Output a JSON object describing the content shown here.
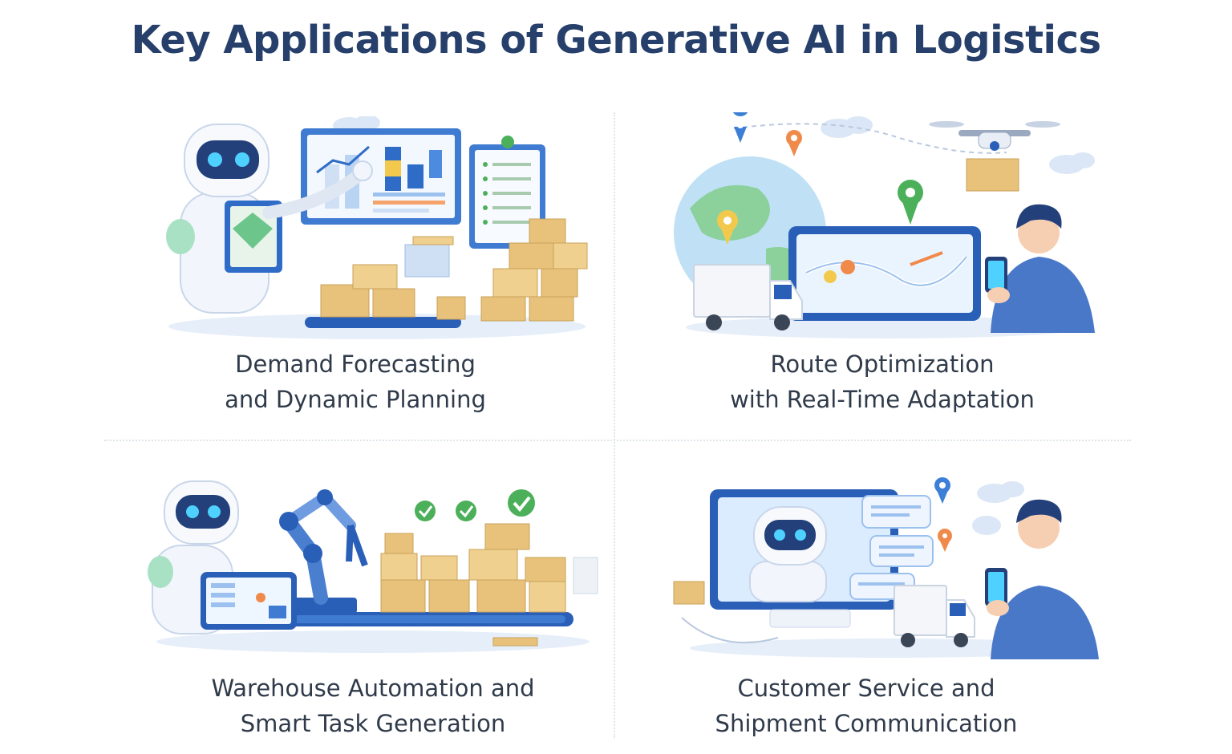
{
  "title": "Key Applications of Generative AI in Logistics",
  "panels": [
    {
      "line1": "Demand Forecasting",
      "line2": "and Dynamic Planning"
    },
    {
      "line1": "Route Optimization",
      "line2": "with Real-Time Adaptation"
    },
    {
      "line1": "Warehouse Automation and",
      "line2": "Smart Task Generation"
    },
    {
      "line1": "Customer Service and",
      "line2": "Shipment Communication"
    }
  ],
  "colors": {
    "title": "#27406b",
    "caption": "#2f3a4a",
    "robot_blue": "#2a5fb8",
    "box_tan": "#e8c27a",
    "check_green": "#4cb05a",
    "pin_orange": "#f08a4b",
    "pin_blue": "#3d7fd6"
  }
}
